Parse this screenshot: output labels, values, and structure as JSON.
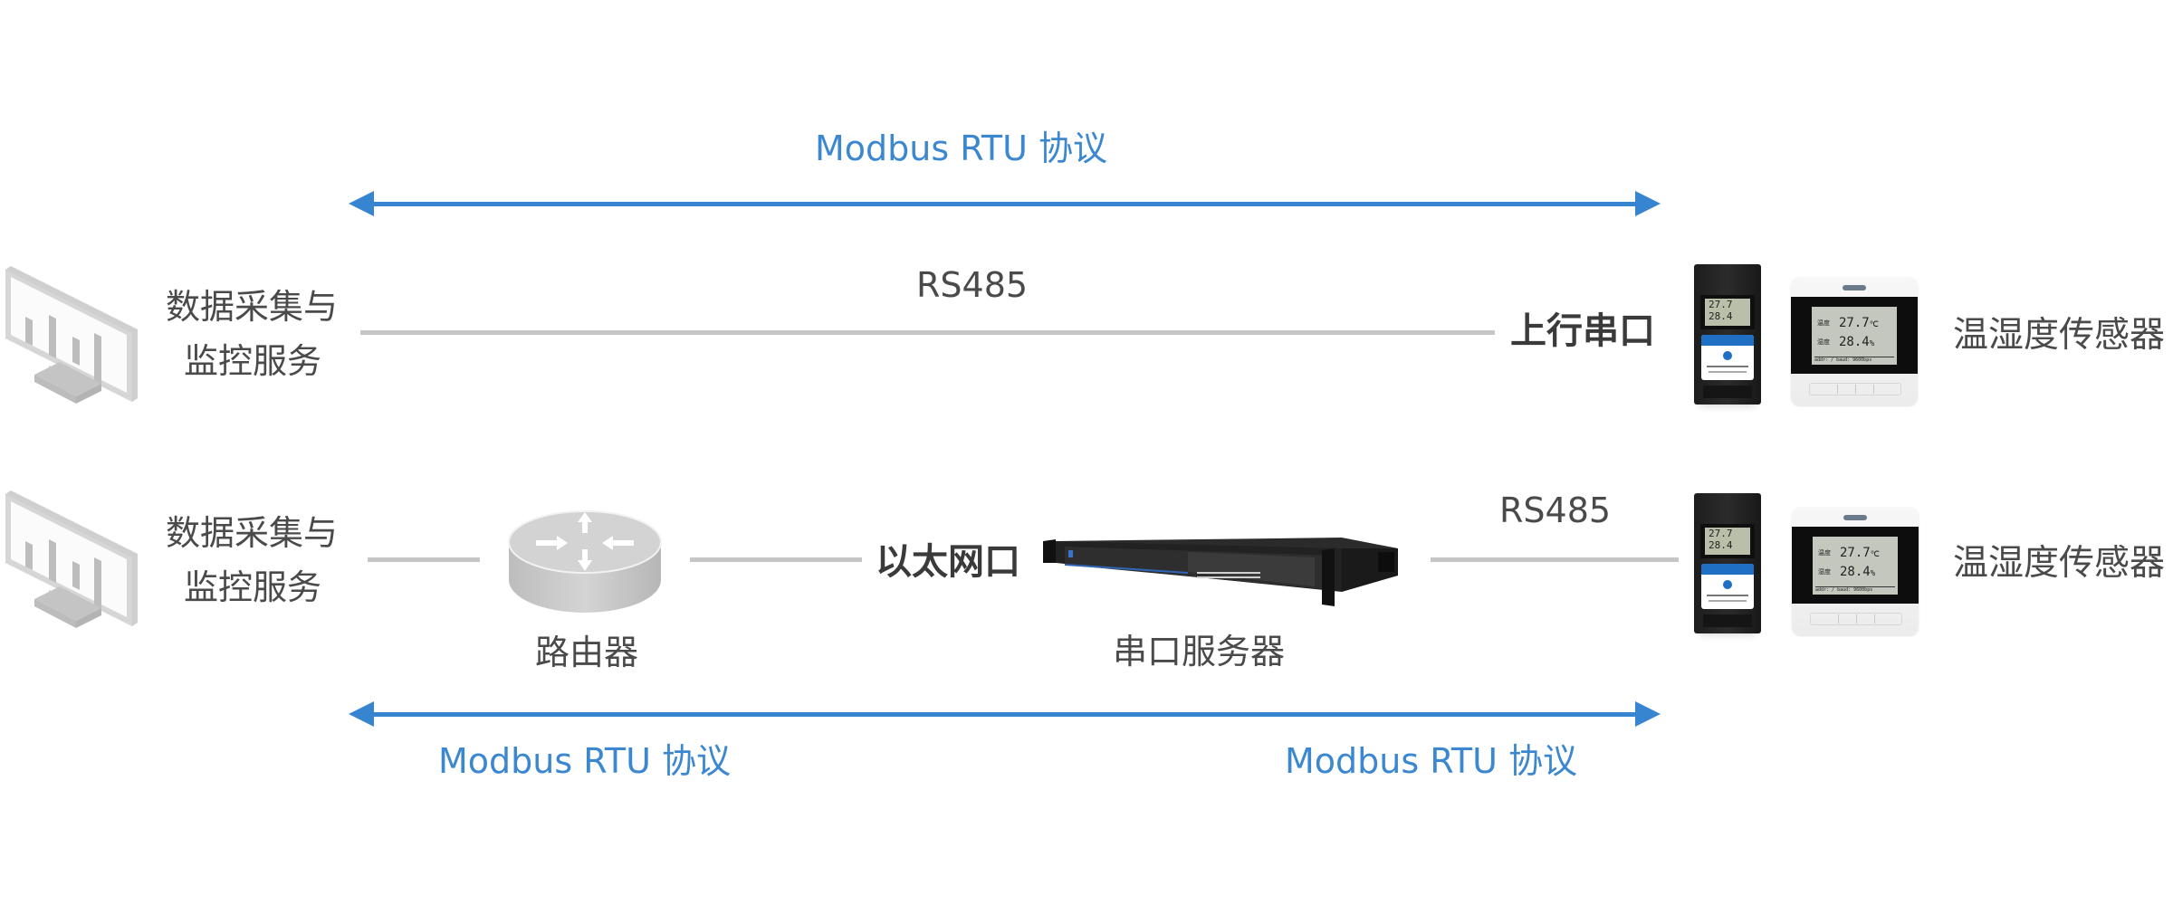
{
  "top": {
    "protocol_label": "Modbus RTU 协议"
  },
  "row1": {
    "client_label_line1": "数据采集与",
    "client_label_line2": "监控服务",
    "link_label": "RS485",
    "port_label": "上行串口",
    "sensor_label": "温湿度传感器"
  },
  "row2": {
    "client_label_line1": "数据采集与",
    "client_label_line2": "监控服务",
    "router_label": "路由器",
    "port_label": "以太网口",
    "server_label": "串口服务器",
    "link_label": "RS485",
    "sensor_label": "温湿度传感器"
  },
  "bottom": {
    "protocol_label_left": "Modbus RTU 协议",
    "protocol_label_right": "Modbus RTU 协议"
  },
  "sensor_display": {
    "temperature": "27.7",
    "temperature_unit": "℃",
    "humidity": "28.4",
    "humidity_unit": "%",
    "temp_key": "温度",
    "hum_key": "湿度",
    "footer": "addr: / baud: 9600bps"
  },
  "colors": {
    "accent_blue": "#3784d1",
    "connector_gray": "#c6c6c6",
    "text_gray": "#4a4a4a"
  }
}
